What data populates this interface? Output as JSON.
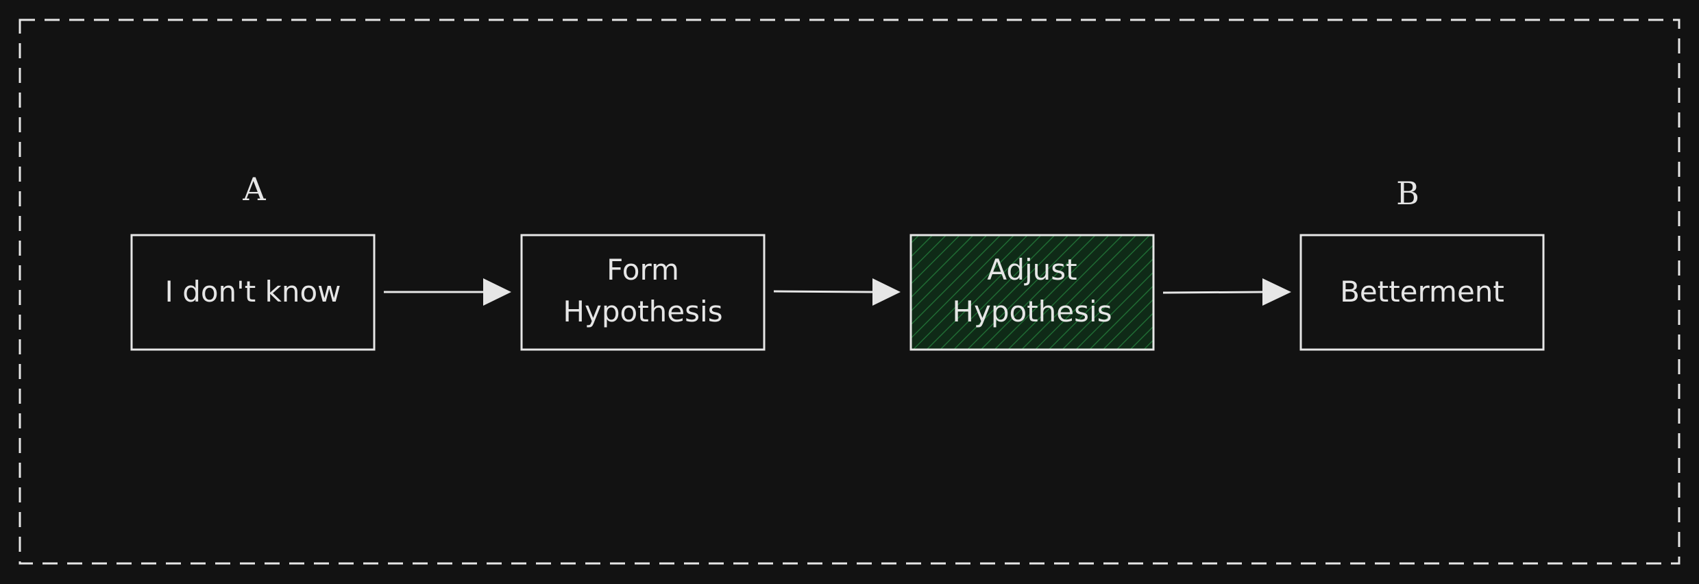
{
  "diagram": {
    "markers": {
      "start": "A",
      "end": "B"
    },
    "nodes": [
      {
        "id": "dont-know",
        "lines": [
          "I don't know"
        ],
        "highlight": false
      },
      {
        "id": "form-hypothesis",
        "lines": [
          "Form",
          "Hypothesis"
        ],
        "highlight": false
      },
      {
        "id": "adjust-hypothesis",
        "lines": [
          "Adjust",
          "Hypothesis"
        ],
        "highlight": true
      },
      {
        "id": "betterment",
        "lines": [
          "Betterment"
        ],
        "highlight": false
      }
    ],
    "edges": [
      {
        "from": "dont-know",
        "to": "form-hypothesis"
      },
      {
        "from": "form-hypothesis",
        "to": "adjust-hypothesis"
      },
      {
        "from": "adjust-hypothesis",
        "to": "betterment"
      }
    ]
  },
  "colors": {
    "background": "#121212",
    "stroke": "#e6e6e6",
    "highlight_fill": "#0f2a17",
    "highlight_hatch": "#1f6b33"
  }
}
